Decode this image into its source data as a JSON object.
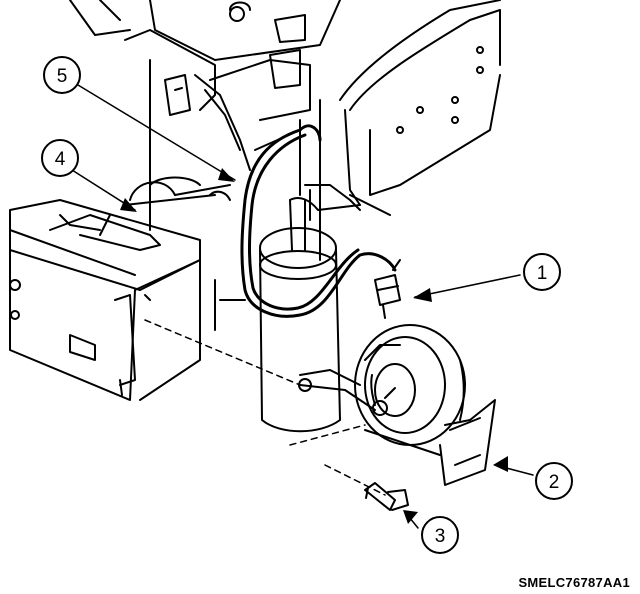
{
  "diagram": {
    "callouts": [
      {
        "id": "1",
        "label": "1"
      },
      {
        "id": "2",
        "label": "2"
      },
      {
        "id": "3",
        "label": "3"
      },
      {
        "id": "4",
        "label": "4"
      },
      {
        "id": "5",
        "label": "5"
      }
    ],
    "reference_code": "SMELC76787AA1",
    "ink_color": "#000000",
    "paper_color": "#ffffff"
  }
}
